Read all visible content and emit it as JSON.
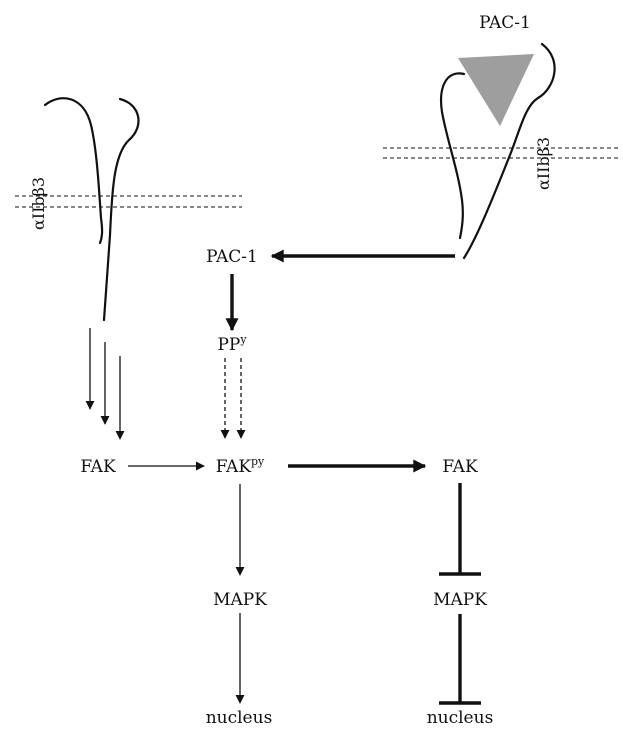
{
  "labels": {
    "pac1_top": "PAC-1",
    "integrin_left": "αIIbβ3",
    "integrin_right": "αIIbβ3",
    "pac1_mid": "PAC-1",
    "pp_base": "PP",
    "pp_sup": "y",
    "fak_left": "FAK",
    "fak_center_base": "FAK",
    "fak_center_sup": "py",
    "fak_right": "FAK",
    "mapk_left": "MAPK",
    "mapk_right": "MAPK",
    "nucleus_left": "nucleus",
    "nucleus_right": "nucleus"
  },
  "colors": {
    "ink": "#111111",
    "pac1_ligand": "#9e9e9e"
  }
}
